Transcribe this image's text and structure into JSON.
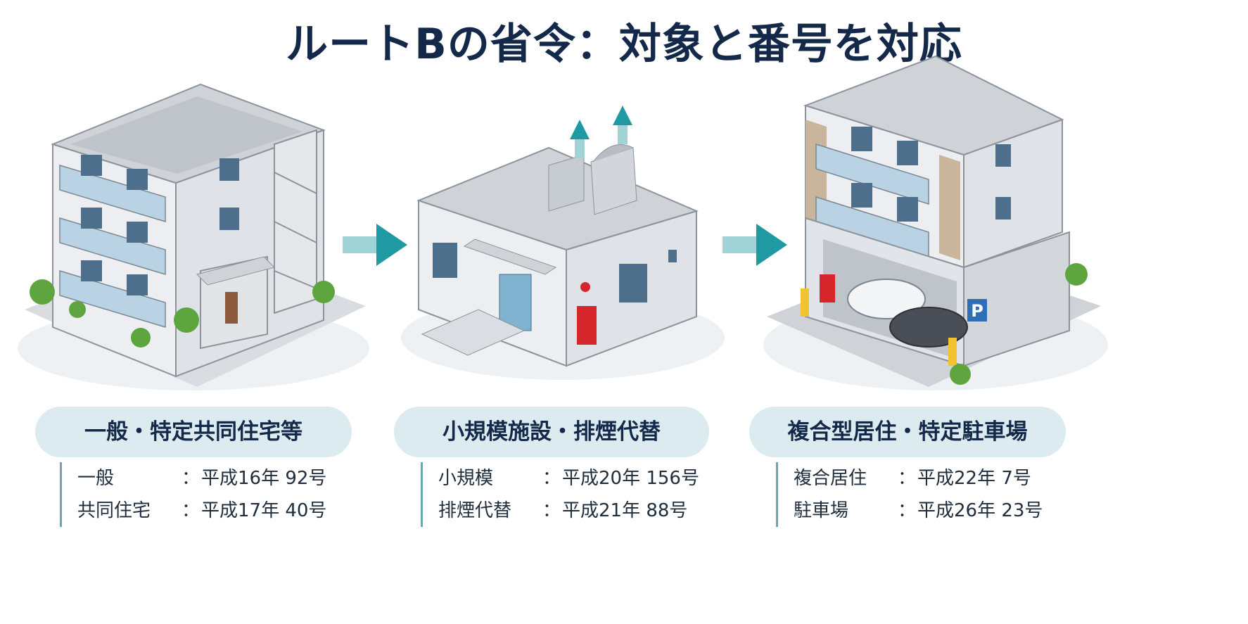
{
  "title": "ルートBの省令：対象と番号を対応",
  "colors": {
    "title": "#14294a",
    "pill_bg": "#dcebef",
    "arrow": "#1f9aa2",
    "accent_line": "#6aa7ae"
  },
  "panels": [
    {
      "heading": "一般・特定共同住宅等",
      "icon": "apartment-building",
      "rows": [
        {
          "label": "一般",
          "colon": "：",
          "value": "平成16年 92号"
        },
        {
          "label": "共同住宅",
          "colon": "：",
          "value": "平成17年 40号"
        }
      ]
    },
    {
      "heading": "小規模施設・排煙代替",
      "icon": "small-facility-with-exhaust",
      "rows": [
        {
          "label": "小規模",
          "colon": "：",
          "value": "平成20年 156号"
        },
        {
          "label": "排煙代替",
          "colon": "：",
          "value": "平成21年 88号"
        }
      ]
    },
    {
      "heading": "複合型居住・特定駐車場",
      "icon": "mixed-residence-parking",
      "rows": [
        {
          "label": "複合居住",
          "colon": "：",
          "value": "平成22年 7号"
        },
        {
          "label": "駐車場",
          "colon": "：",
          "value": "平成26年 23号"
        }
      ]
    }
  ],
  "parking_sign": "P"
}
